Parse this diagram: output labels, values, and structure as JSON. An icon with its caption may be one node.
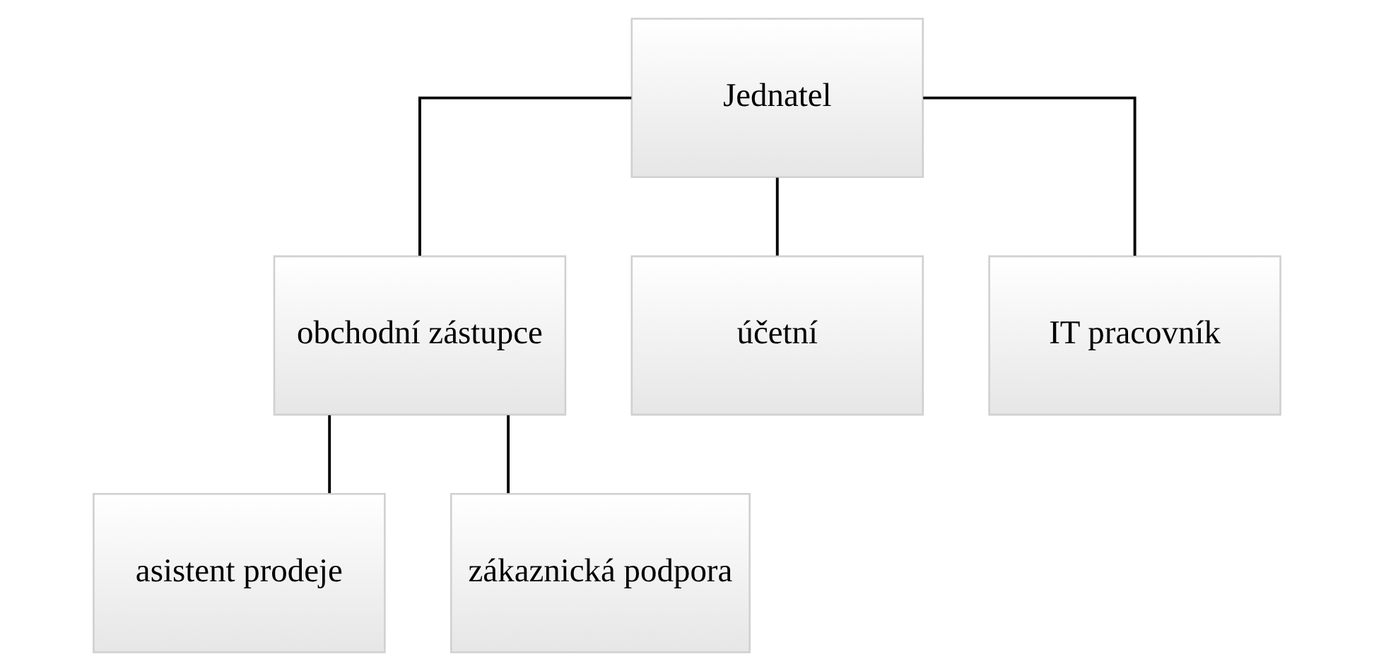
{
  "diagram": {
    "nodes": [
      {
        "text": [
          "Jednatel"
        ]
      },
      {
        "text": [
          "obchodní zástupce"
        ]
      },
      {
        "text": [
          "účetní"
        ]
      },
      {
        "text": [
          "IT pracovník"
        ]
      },
      {
        "text": [
          "asistent prodeje"
        ]
      },
      {
        "text": [
          "zákaznická podpora"
        ]
      }
    ],
    "edges": [
      {
        "from": 0,
        "to": 1,
        "arrow": "none"
      },
      {
        "from": 0,
        "to": 2,
        "arrow": "none"
      },
      {
        "from": 0,
        "to": 3,
        "arrow": "none"
      },
      {
        "from": 1,
        "to": 4,
        "arrow": "none"
      },
      {
        "from": 1,
        "to": 5,
        "arrow": "none"
      }
    ]
  }
}
